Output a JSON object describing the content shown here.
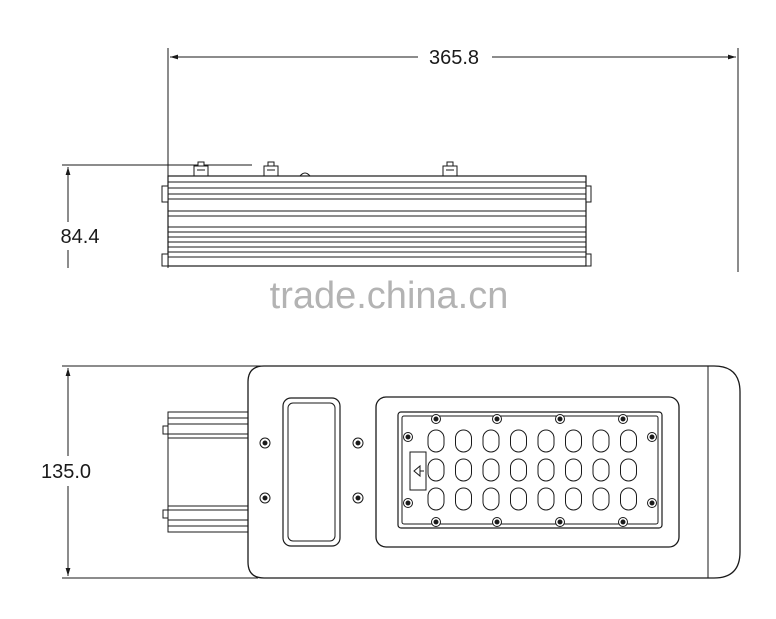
{
  "dimensions": {
    "width": "365.8",
    "height_side": "84.4",
    "height_top": "135.0"
  },
  "watermark": "trade.china.cn",
  "colors": {
    "line": "#1a1a1a",
    "background": "#ffffff",
    "watermark": "#9a9a9a"
  },
  "led_grid": {
    "rows": 3,
    "cols": 8
  }
}
